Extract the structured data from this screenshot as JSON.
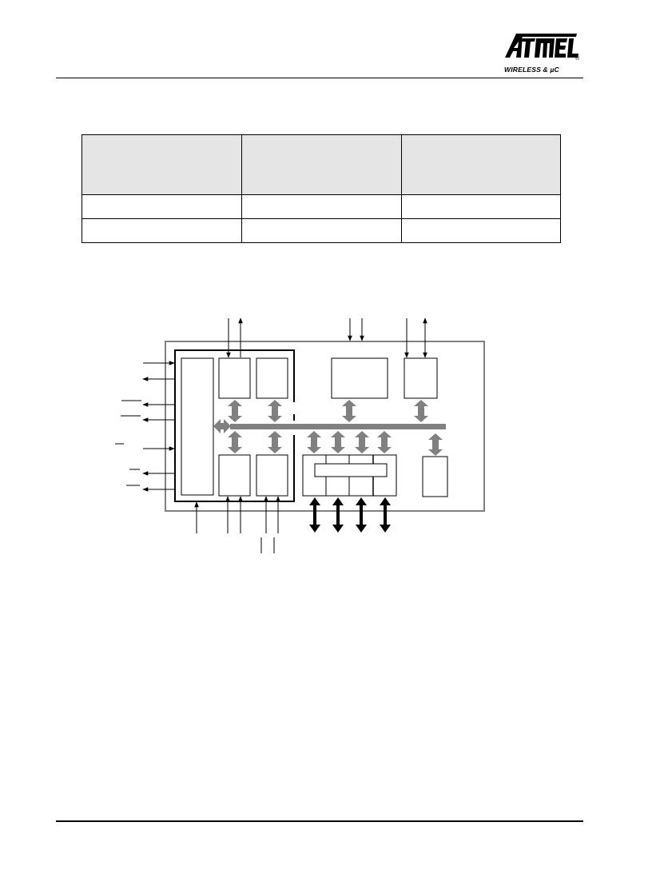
{
  "header": {
    "logo": {
      "brand": "ATMEL",
      "registered_mark": "®",
      "tagline": "WIRELESS & µC"
    }
  },
  "spec_table": {
    "headers": [
      "",
      "",
      ""
    ],
    "rows": [
      [
        "",
        "",
        ""
      ],
      [
        "",
        "",
        ""
      ]
    ]
  },
  "block_diagram": {
    "outer_border_color": "#808080",
    "bus_color": "#808080",
    "line_color": "#000000",
    "blocks": [
      {
        "id": "left-tall-block",
        "label": ""
      },
      {
        "id": "upper-block-1",
        "label": ""
      },
      {
        "id": "upper-block-2",
        "label": ""
      },
      {
        "id": "lower-block-1",
        "label": ""
      },
      {
        "id": "lower-block-2",
        "label": ""
      },
      {
        "id": "top-center-block",
        "label": ""
      },
      {
        "id": "top-right-block",
        "label": ""
      },
      {
        "id": "port-block",
        "label": ""
      },
      {
        "id": "right-small-block",
        "label": ""
      }
    ]
  }
}
